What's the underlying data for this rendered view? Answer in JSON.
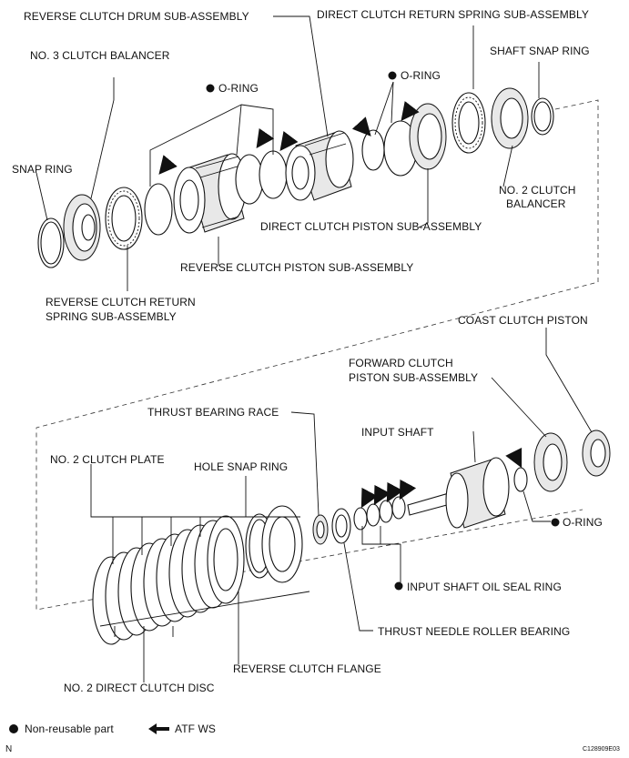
{
  "labels": {
    "reverse_clutch_drum": "REVERSE CLUTCH DRUM SUB-ASSEMBLY",
    "direct_clutch_return_spring": "DIRECT CLUTCH RETURN SPRING SUB-ASSEMBLY",
    "no3_clutch_balancer": "NO. 3 CLUTCH BALANCER",
    "o_ring_1": "O-RING",
    "o_ring_2": "O-RING",
    "shaft_snap_ring": "SHAFT SNAP RING",
    "snap_ring": "SNAP RING",
    "no2_clutch_balancer_l1": "NO. 2 CLUTCH",
    "no2_clutch_balancer_l2": "BALANCER",
    "direct_clutch_piston": "DIRECT CLUTCH PISTON SUB-ASSEMBLY",
    "reverse_clutch_piston": "REVERSE CLUTCH PISTON SUB-ASSEMBLY",
    "reverse_clutch_return_spring_l1": "REVERSE CLUTCH RETURN",
    "reverse_clutch_return_spring_l2": "SPRING SUB-ASSEMBLY",
    "coast_clutch_piston": "COAST CLUTCH PISTON",
    "forward_clutch_piston_l1": "FORWARD CLUTCH",
    "forward_clutch_piston_l2": "PISTON SUB-ASSEMBLY",
    "thrust_bearing_race": "THRUST BEARING RACE",
    "input_shaft": "INPUT SHAFT",
    "no2_clutch_plate": "NO. 2 CLUTCH PLATE",
    "hole_snap_ring": "HOLE SNAP RING",
    "o_ring_3": "O-RING",
    "input_shaft_oil_seal_ring": "INPUT SHAFT OIL SEAL RING",
    "thrust_needle_roller_bearing": "THRUST NEEDLE ROLLER BEARING",
    "reverse_clutch_flange": "REVERSE CLUTCH FLANGE",
    "no2_direct_clutch_disc": "NO. 2 DIRECT CLUTCH DISC"
  },
  "legend": {
    "non_reusable": "Non-reusable part",
    "atf": "ATF WS"
  },
  "footer": {
    "corner_letter": "N",
    "figure_code": "C128909E03"
  }
}
